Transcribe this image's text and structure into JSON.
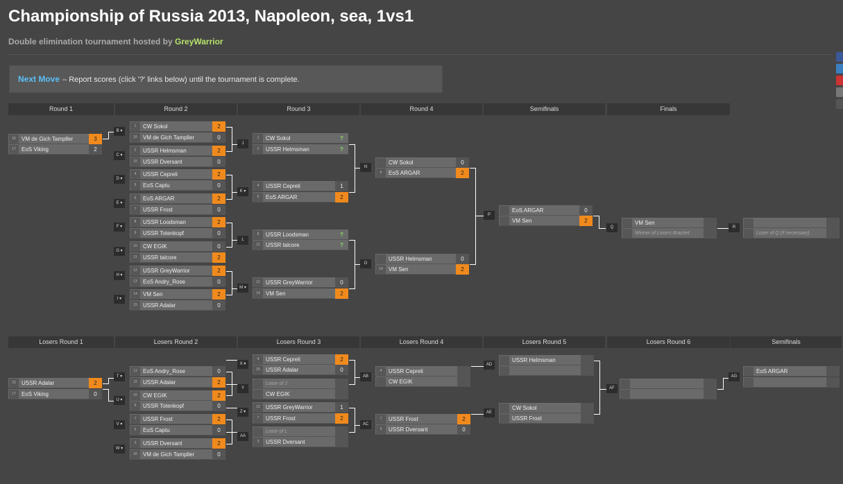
{
  "header": {
    "title": "Championship of Russia 2013, Napoleon, sea, 1vs1",
    "subtitle_prefix": "Double elimination tournament hosted by ",
    "host": "GreyWarrior"
  },
  "notice": {
    "label": "Next Move",
    "text": "– Report scores (click '?' links below) until the tournament is complete."
  },
  "winners_rounds": [
    "Round 1",
    "Round 2",
    "Round 3",
    "Round 4",
    "Semifinals",
    "Finals"
  ],
  "losers_rounds": [
    "Losers Round 1",
    "Losers Round 2",
    "Losers Round 3",
    "Losers Round 4",
    "Losers Round 5",
    "Losers Round 6",
    "Semifinals"
  ],
  "slots": [
    {
      "seed": "16",
      "name": "VM de Gich Tampller",
      "score": "3",
      "win": true
    },
    {
      "seed": "17",
      "name": "EoS Viking",
      "score": "2"
    },
    {
      "seed": "1",
      "name": "CW Sokol",
      "score": "2",
      "win": true
    },
    {
      "seed": "16",
      "name": "VM de Gich Tampller",
      "score": "0"
    },
    {
      "seed": "2",
      "name": "USSR Helmsman",
      "score": "2",
      "win": true
    },
    {
      "seed": "15",
      "name": "USSR Dversant",
      "score": "0"
    },
    {
      "seed": "4",
      "name": "USSR Cepreli",
      "score": "2",
      "win": true
    },
    {
      "seed": "5",
      "name": "EoS Captu",
      "score": "0"
    },
    {
      "seed": "6",
      "name": "EoS ARGAR",
      "score": "2",
      "win": true
    },
    {
      "seed": "7",
      "name": "USSR Frost",
      "score": "0"
    },
    {
      "seed": "8",
      "name": "USSR Loodsman",
      "score": "2",
      "win": true
    },
    {
      "seed": "9",
      "name": "USSR Totenkopf",
      "score": "0"
    },
    {
      "seed": "10",
      "name": "CW EGIK",
      "score": "0"
    },
    {
      "seed": "11",
      "name": "USSR talcore",
      "score": "2",
      "win": true
    },
    {
      "seed": "12",
      "name": "USSR GreyWarrior",
      "score": "2",
      "win": true
    },
    {
      "seed": "13",
      "name": "EoS Andry_Rose",
      "score": "0"
    },
    {
      "seed": "14",
      "name": "VM Sen",
      "score": "2",
      "win": true
    },
    {
      "seed": "15",
      "name": "USSR Adalar",
      "score": "0"
    },
    {
      "seed": "1",
      "name": "CW Sokol",
      "score": "?",
      "q": true
    },
    {
      "seed": "2",
      "name": "USSR Helmsman",
      "score": "?",
      "q": true
    },
    {
      "seed": "4",
      "name": "USSR Cepreli",
      "score": "1"
    },
    {
      "seed": "6",
      "name": "EoS ARGAR",
      "score": "2",
      "win": true
    },
    {
      "seed": "8",
      "name": "USSR Loodsman",
      "score": "?",
      "q": true
    },
    {
      "seed": "11",
      "name": "USSR talcore",
      "score": "?",
      "q": true
    },
    {
      "seed": "12",
      "name": "USSR GreyWarrior",
      "score": "0"
    },
    {
      "seed": "14",
      "name": "VM Sen",
      "score": "2",
      "win": true
    },
    {
      "seed": "",
      "name": "CW Sokol",
      "score": "0"
    },
    {
      "seed": "6",
      "name": "EoS ARGAR",
      "score": "2",
      "win": true
    },
    {
      "seed": "",
      "name": "USSR Helmsman",
      "score": "0"
    },
    {
      "seed": "14",
      "name": "VM Sen",
      "score": "2",
      "win": true
    },
    {
      "seed": "",
      "name": "EoS ARGAR",
      "score": "0"
    },
    {
      "seed": "",
      "name": "VM Sen",
      "score": "2",
      "win": true
    },
    {
      "seed": "",
      "name": "VM Sen",
      "score": ""
    },
    {
      "seed": "",
      "name": "Winner of Losers Bracket",
      "score": "",
      "pl": true
    },
    {
      "seed": "",
      "name": "",
      "score": ""
    },
    {
      "seed": "",
      "name": "Loser of Q (if necessary)",
      "score": "",
      "pl": true
    },
    {
      "seed": "15",
      "name": "USSR Adalar",
      "score": "2",
      "win": true
    },
    {
      "seed": "17",
      "name": "EoS Viking",
      "score": "0"
    },
    {
      "seed": "13",
      "name": "EoS Andry_Rose",
      "score": "0"
    },
    {
      "seed": "15",
      "name": "USSR Adalar",
      "score": "2",
      "win": true
    },
    {
      "seed": "10",
      "name": "CW EGIK",
      "score": "2",
      "win": true
    },
    {
      "seed": "9",
      "name": "USSR Totenkopf",
      "score": "0"
    },
    {
      "seed": "7",
      "name": "USSR Frost",
      "score": "2",
      "win": true
    },
    {
      "seed": "5",
      "name": "EoS Captu",
      "score": "0"
    },
    {
      "seed": "3",
      "name": "USSR Dversant",
      "score": "2",
      "win": true
    },
    {
      "seed": "16",
      "name": "VM de Gich Tampller",
      "score": "0"
    },
    {
      "seed": "4",
      "name": "USSR Cepreli",
      "score": "2",
      "win": true
    },
    {
      "seed": "15",
      "name": "USSR Adalar",
      "score": "0"
    },
    {
      "seed": "",
      "name": "Loser of J",
      "score": "",
      "pl": true
    },
    {
      "seed": "",
      "name": "CW EGIK",
      "score": ""
    },
    {
      "seed": "12",
      "name": "USSR GreyWarrior",
      "score": "1"
    },
    {
      "seed": "7",
      "name": "USSR Frost",
      "score": "2",
      "win": true
    },
    {
      "seed": "",
      "name": "Loser of L",
      "score": "",
      "pl": true
    },
    {
      "seed": "3",
      "name": "USSR Dversant",
      "score": ""
    },
    {
      "seed": "4",
      "name": "USSR Cepreli",
      "score": ""
    },
    {
      "seed": "",
      "name": "CW EGIK",
      "score": ""
    },
    {
      "seed": "7",
      "name": "USSR Frost",
      "score": "2",
      "win": true
    },
    {
      "seed": "3",
      "name": "USSR Dversant",
      "score": "0"
    },
    {
      "seed": "",
      "name": "USSR Helmsman",
      "score": ""
    },
    {
      "seed": "",
      "name": "",
      "score": ""
    },
    {
      "seed": "",
      "name": "CW Sokol",
      "score": ""
    },
    {
      "seed": "",
      "name": "USSR Frost",
      "score": ""
    },
    {
      "seed": "",
      "name": "",
      "score": ""
    },
    {
      "seed": "",
      "name": "",
      "score": ""
    },
    {
      "seed": "",
      "name": "EoS ARGAR",
      "score": ""
    },
    {
      "seed": "",
      "name": "",
      "score": ""
    }
  ],
  "match_labels": [
    "B",
    "C",
    "D",
    "E",
    "F",
    "G",
    "H",
    "I",
    "J",
    "K",
    "L",
    "M",
    "N",
    "O",
    "P",
    "Q",
    "R",
    "T",
    "U",
    "V",
    "W",
    "X",
    "Y",
    "Z",
    "AA",
    "AB",
    "AC",
    "AD",
    "AE",
    "AF",
    "AG"
  ],
  "label_menu": [
    true,
    true,
    true,
    true,
    true,
    true,
    true,
    true,
    false,
    true,
    false,
    true,
    false,
    false,
    false,
    false,
    false,
    true,
    true,
    true,
    true,
    true,
    false,
    true,
    false,
    false,
    false,
    false,
    false,
    false,
    false
  ],
  "colors": {
    "win_score": "#f08a1d",
    "question": "#8fd86a",
    "host": "#b6e36b",
    "next_move": "#5bc0f8"
  }
}
